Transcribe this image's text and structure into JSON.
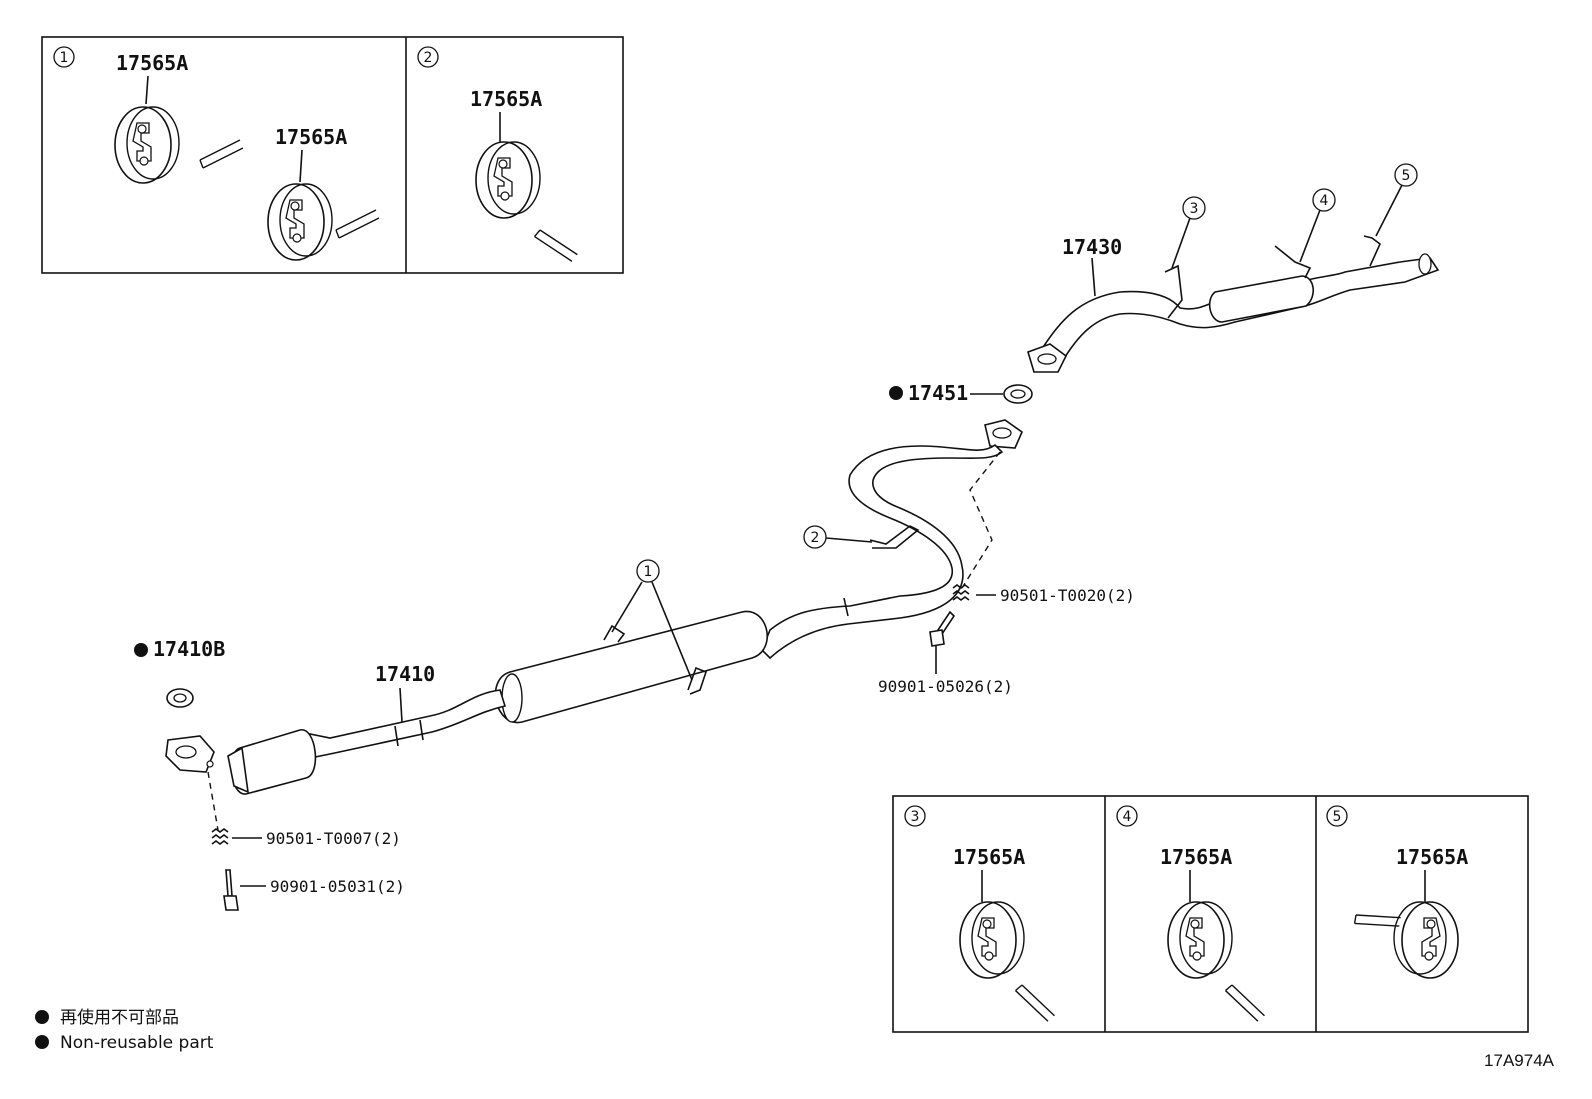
{
  "callouts": [
    "1",
    "2",
    "3",
    "4",
    "5"
  ],
  "parts": {
    "p17565A": "17565A",
    "p17430": "17430",
    "p17451": "17451",
    "p17410B": "17410B",
    "p17410": "17410",
    "p90501_T0020": "90501-T0020(2)",
    "p90901_05026": "90901-05026(2)",
    "p90501_T0007": "90501-T0007(2)",
    "p90901_05031": "90901-05031(2)"
  },
  "legend": {
    "jp": "再使用不可部品",
    "en": "Non-reusable part"
  },
  "diagram_code": "17A974A"
}
